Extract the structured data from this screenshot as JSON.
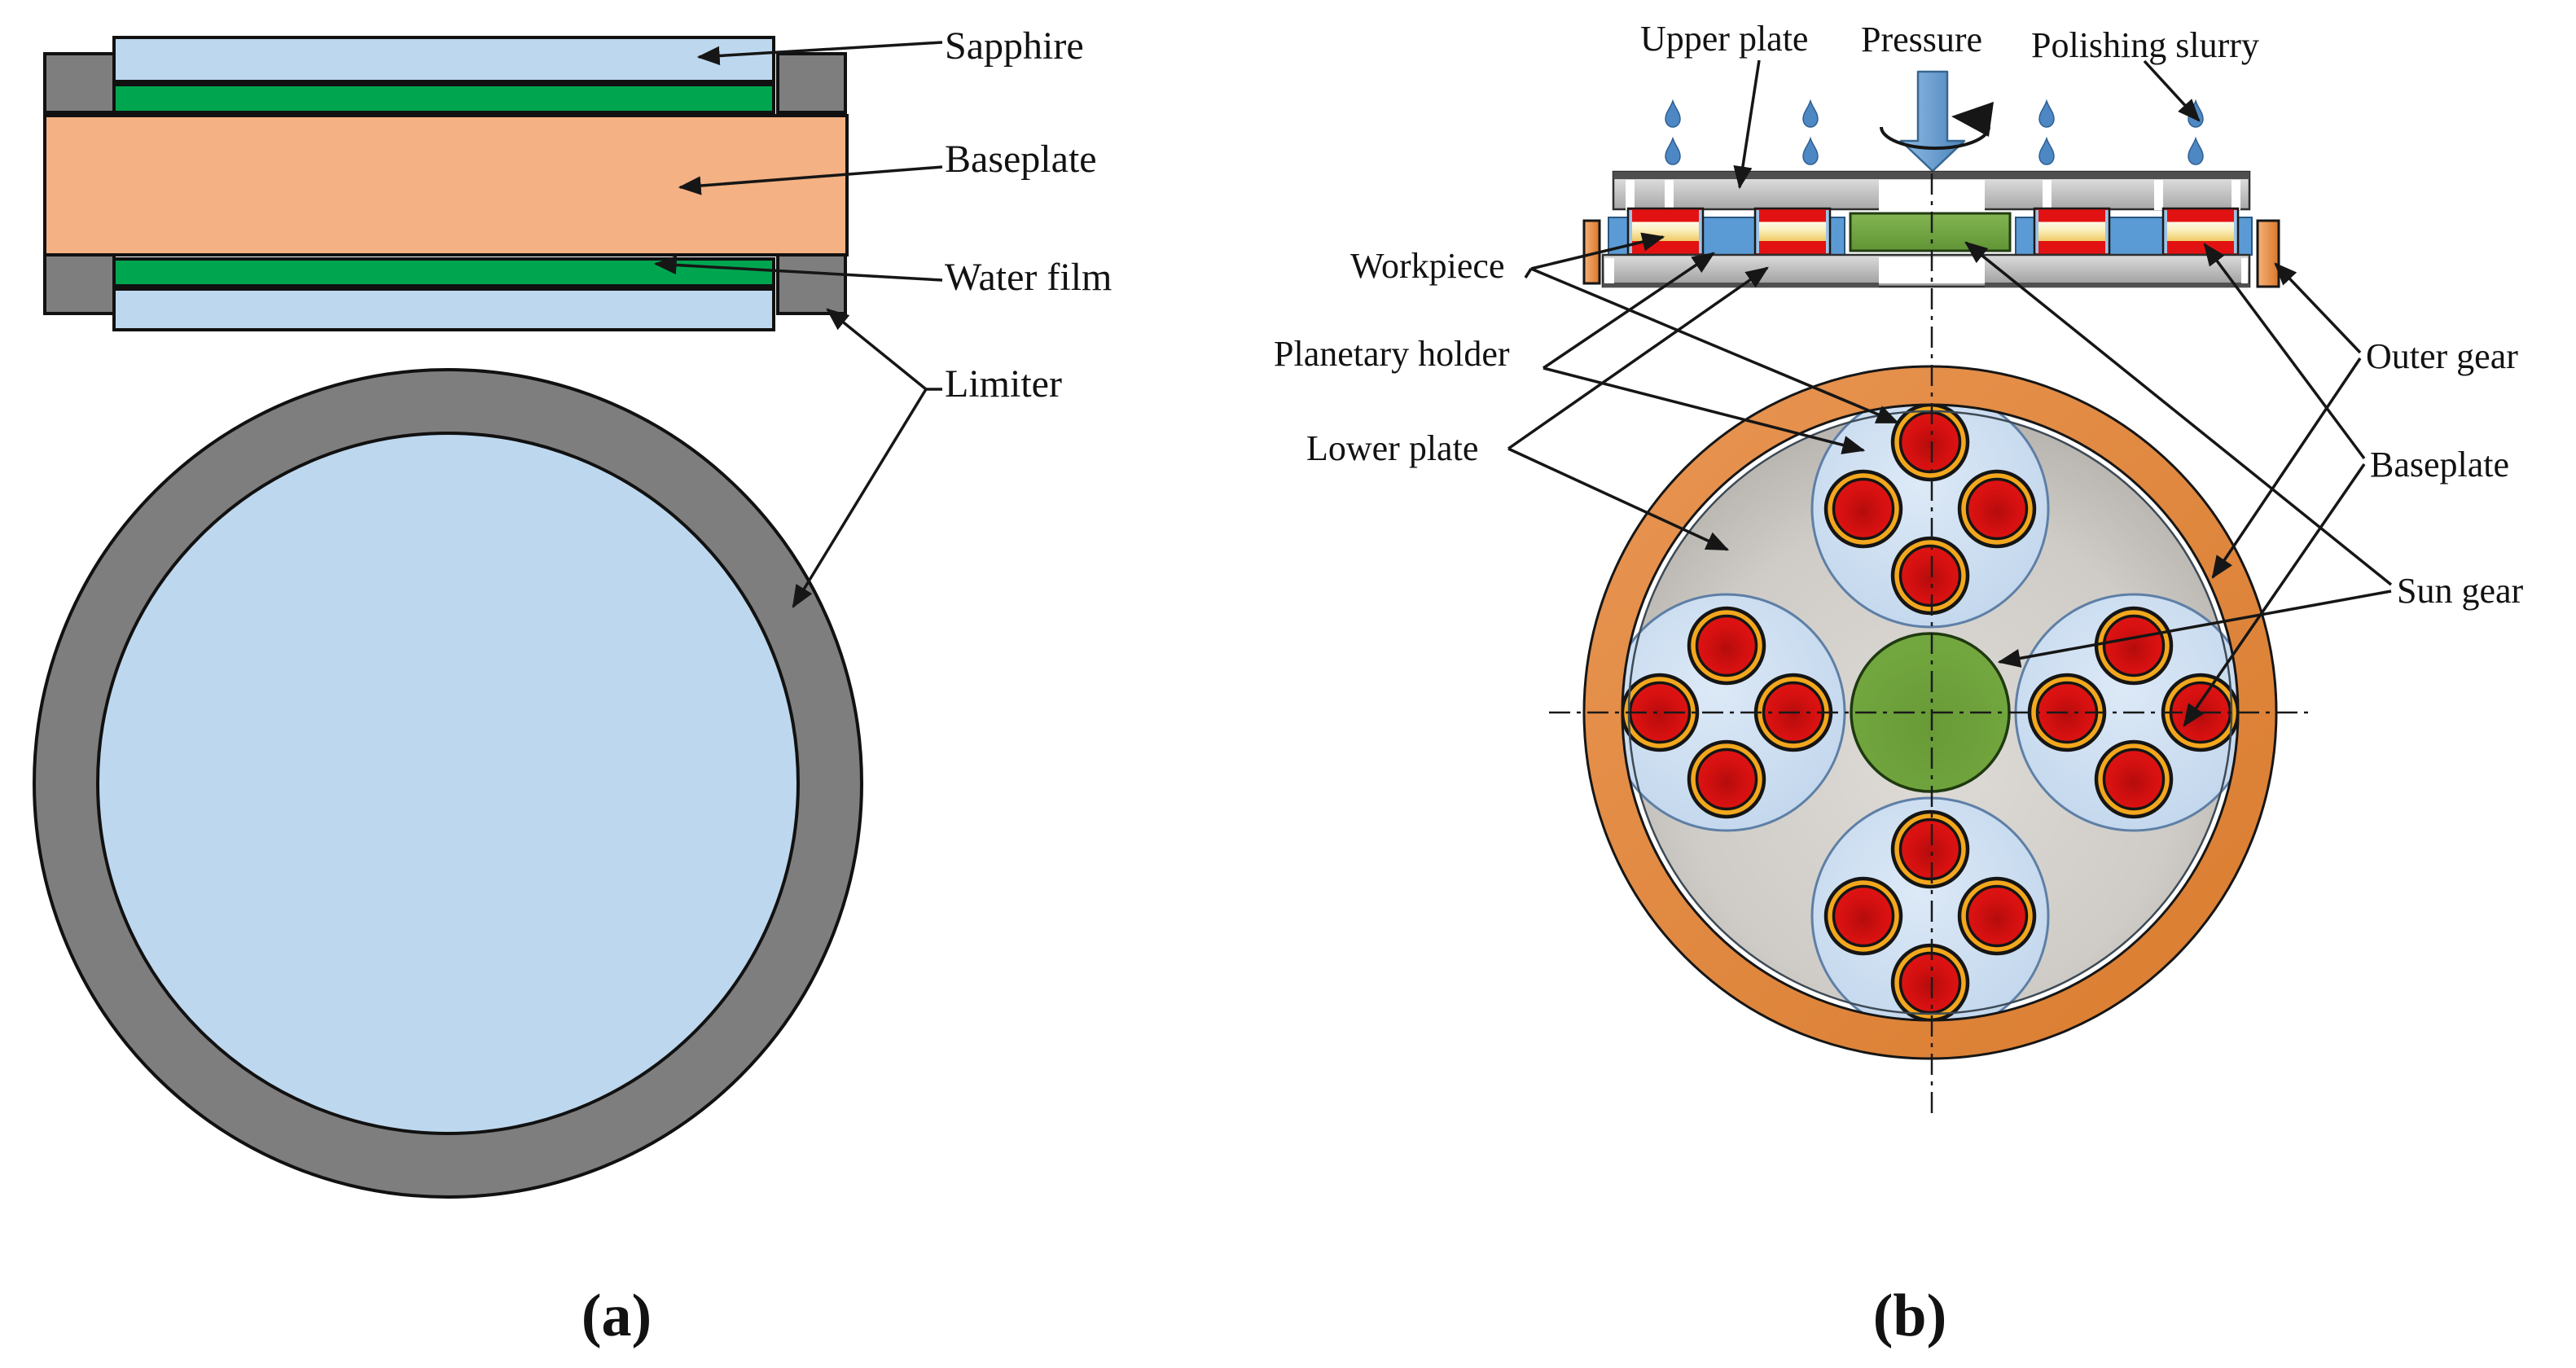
{
  "palette": {
    "a_blue": "#BDD7EE",
    "a_green": "#00A64F",
    "a_orange": "#F4B183",
    "a_gray": "#7E7E7E",
    "b_blue": "#5B9BD5",
    "b_holder_blue": "#CBDDF1",
    "b_red": "#E21212",
    "b_yellow": "#F3A71D",
    "b_green": "#6FA43C",
    "b_orange": "#E0853C",
    "b_drop": "#4E88C4",
    "line": "#161616"
  },
  "panel_a": {
    "caption": "(a)",
    "labels": {
      "sapphire": "Sapphire",
      "baseplate": "Baseplate",
      "water_film": "Water film",
      "limiter": "Limiter"
    }
  },
  "panel_b": {
    "caption": "(b)",
    "labels": {
      "upper_plate": "Upper plate",
      "pressure": "Pressure",
      "polishing_slurry": "Polishing slurry",
      "workpiece": "Workpiece",
      "planetary_holder": "Planetary holder",
      "lower_plate": "Lower plate",
      "outer_gear": "Outer gear",
      "baseplate": "Baseplate",
      "sun_gear": "Sun gear"
    }
  }
}
